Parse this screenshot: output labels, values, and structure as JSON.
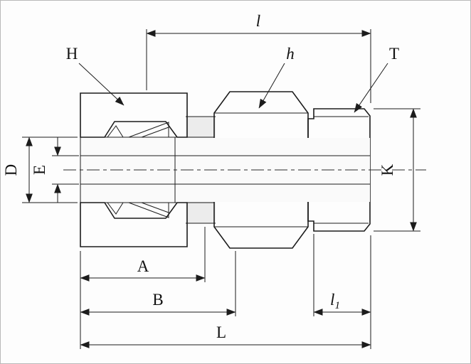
{
  "drawing": {
    "name": "Tube fitting male connector sectional drawing",
    "colors": {
      "line": "#1c1c1c",
      "body_fill": "#ececec",
      "bore_fill": "#fafafa",
      "ferrule_front_fill": "#f2f2f2",
      "ferrule_back_fill": "#d8d8d8"
    },
    "labels": {
      "l": "l",
      "H": "H",
      "h": "h",
      "T": "T",
      "D": "D",
      "E": "E",
      "K": "K",
      "A": "A",
      "B": "B",
      "l1_base": "l",
      "l1_sub": "1",
      "L": "L"
    }
  }
}
